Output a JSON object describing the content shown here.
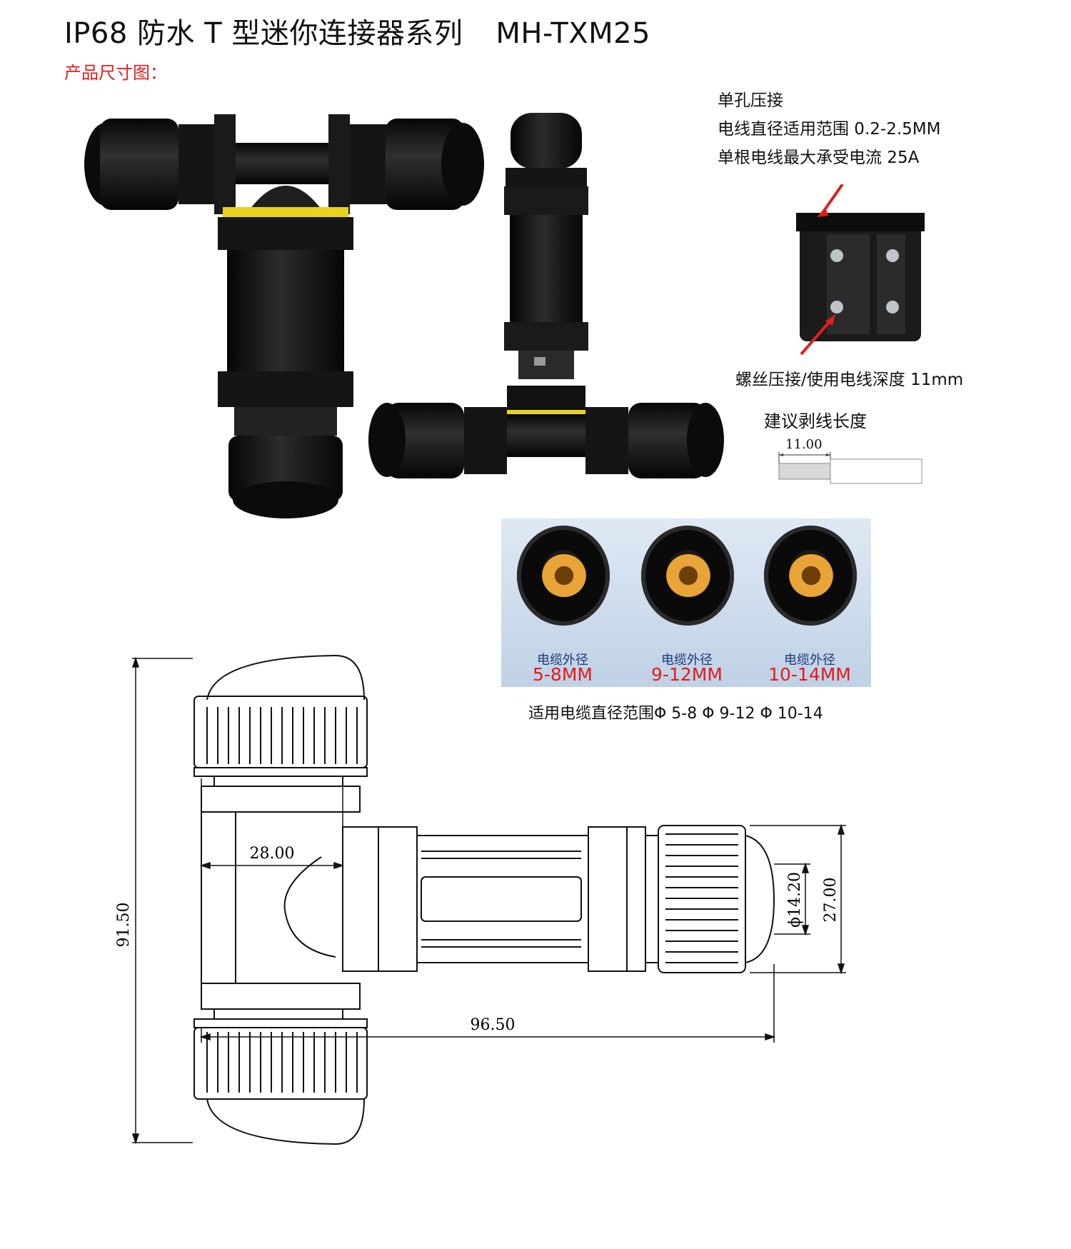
{
  "header": {
    "title": "IP68 防水 T 型迷你连接器系列",
    "model": "MH-TXM25",
    "subtitle": "产品尺寸图："
  },
  "specs": {
    "line1": "单孔压接",
    "line2": "电线直径适用范围 0.2-2.5MM",
    "line3": "单根电线最大承受电流 25A",
    "screw_note": "螺丝压接/使用电线深度 11mm",
    "strip_title": "建议剥线长度",
    "strip_length": "11.00"
  },
  "cable_options": [
    {
      "label": "电缆外径",
      "range": "5-8MM"
    },
    {
      "label": "电缆外径",
      "range": "9-12MM"
    },
    {
      "label": "电缆外径",
      "range": "10-14MM"
    }
  ],
  "cable_range_text": "适用电缆直径范围Φ 5-8   Φ 9-12   Φ 10-14",
  "drawing": {
    "dim_total_height": "91.50",
    "dim_offset": "28.00",
    "dim_total_length": "96.50",
    "dim_bore": "ϕ14.20",
    "dim_outer": "27.00"
  },
  "colors": {
    "subtitle_red": "#e21d1d",
    "arrow_red": "#e0201b",
    "seal_yellow": "#e8d21e",
    "label_blue": "#1f3b7a"
  }
}
